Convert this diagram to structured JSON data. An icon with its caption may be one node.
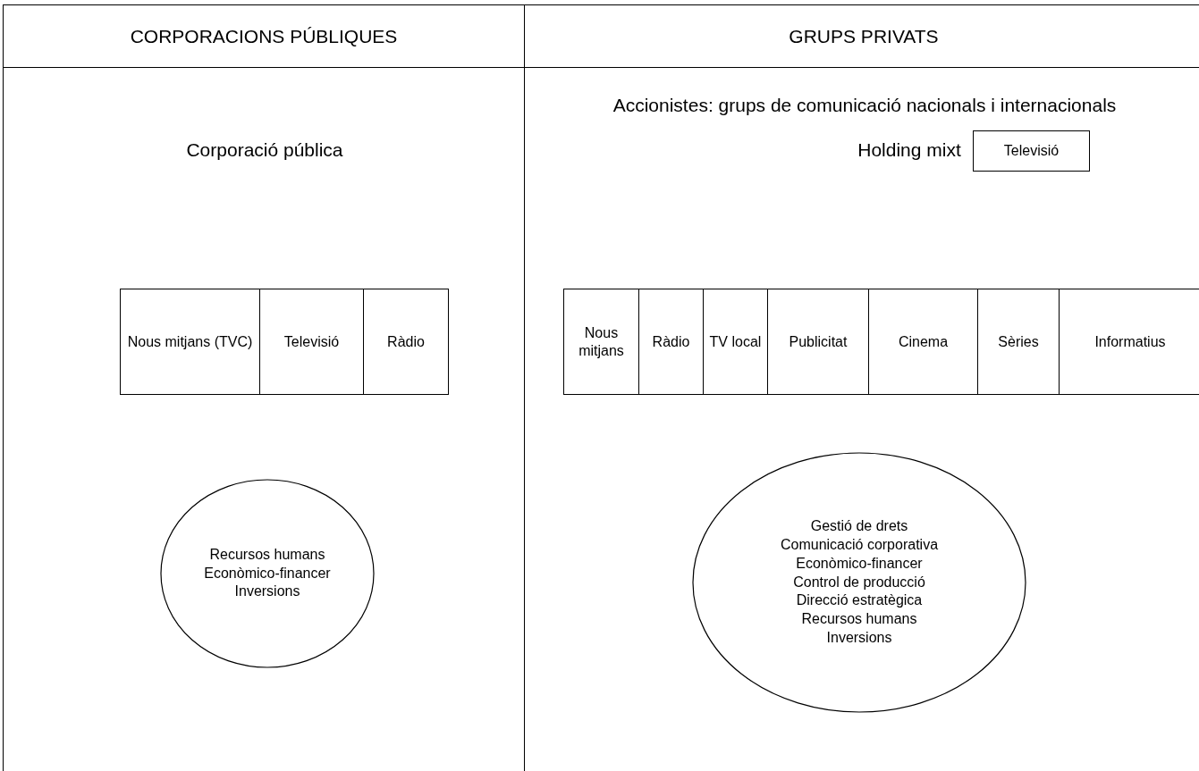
{
  "diagram": {
    "nodes": [
      {
        "text": [
          "CORPORACIONS PÚBLIQUES"
        ]
      },
      {
        "text": [
          "GRUPS PRIVATS"
        ]
      },
      {
        "text": [
          "Corporació pública"
        ]
      },
      {
        "text": [
          "Nous mitjans (TVC)"
        ],
        "in": 2
      },
      {
        "text": [
          "Televisió"
        ],
        "in": 2
      },
      {
        "text": [
          "Ràdio"
        ],
        "in": 2
      },
      {
        "text": [
          "Recursos humans",
          "Econòmico-financer",
          "Inversions"
        ],
        "in": 2
      },
      {
        "text": [
          "Accionistes: grups de comunicació nacionals i internacionals",
          "Holding mixt"
        ]
      },
      {
        "text": [
          "Televisió"
        ],
        "in": 7
      },
      {
        "text": [
          "Nous mitjans"
        ],
        "in": 7
      },
      {
        "text": [
          "Ràdio"
        ],
        "in": 7
      },
      {
        "text": [
          "TV local"
        ],
        "in": 7
      },
      {
        "text": [
          "Publicitat"
        ],
        "in": 7
      },
      {
        "text": [
          "Cinema"
        ],
        "in": 7
      },
      {
        "text": [
          "Sèries"
        ],
        "in": 7
      },
      {
        "text": [
          "Informatius"
        ],
        "in": 7
      },
      {
        "text": [
          "Gestió de drets",
          "Comunicació corporativa",
          "Econòmico-financer",
          "Control de producció",
          "Direcció estratègica",
          "Recursos humans",
          "Inversions"
        ],
        "in": 7
      }
    ]
  }
}
